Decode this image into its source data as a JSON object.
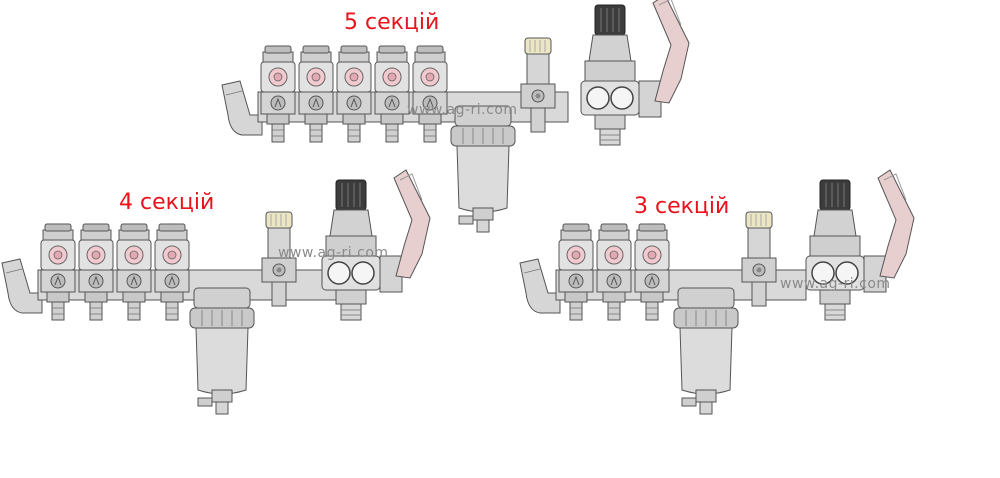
{
  "labels": {
    "five": "5 секцій",
    "four": "4 секцій",
    "three": "3 секцій"
  },
  "watermark": "www.ag-ri.com",
  "colors": {
    "body": "#d8d8d8",
    "dark": "#5a5a5a",
    "lever": "#e8cfcf",
    "knob": "#3c3c3c",
    "cap": "#ece6c4",
    "valve_face": "#f2c9cf",
    "label": "#e8131c"
  }
}
